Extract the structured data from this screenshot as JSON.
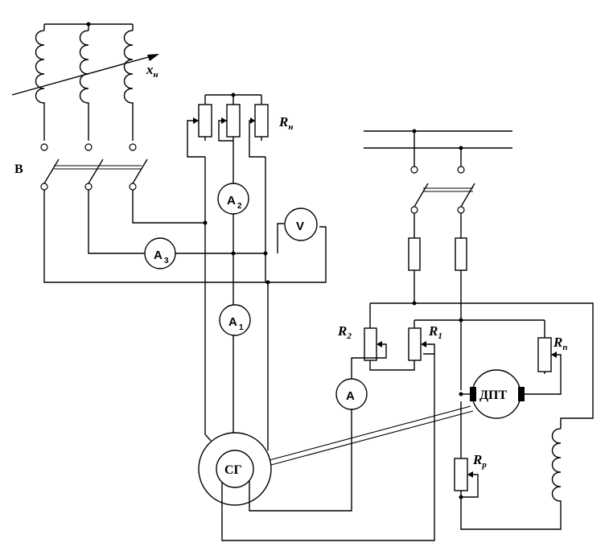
{
  "labels": {
    "inductor_bank": "x",
    "inductor_bank_sub": "н",
    "switch_left": "В",
    "load_bank": "R",
    "load_bank_sub": "н",
    "resistor_r2": "R",
    "resistor_r2_sub": "2",
    "resistor_r1": "R",
    "resistor_r1_sub": "1",
    "resistor_rn": "R",
    "resistor_rn_sub": "п",
    "resistor_rp": "R",
    "resistor_rp_sub": "р"
  },
  "meters": {
    "a2": {
      "letter": "A",
      "sub": "2"
    },
    "a3": {
      "letter": "A",
      "sub": "3"
    },
    "a1": {
      "letter": "A",
      "sub": "1"
    },
    "v": {
      "letter": "V"
    },
    "a": {
      "letter": "A"
    }
  },
  "machines": {
    "generator": "СГ",
    "dc_motor": "ДПТ"
  }
}
